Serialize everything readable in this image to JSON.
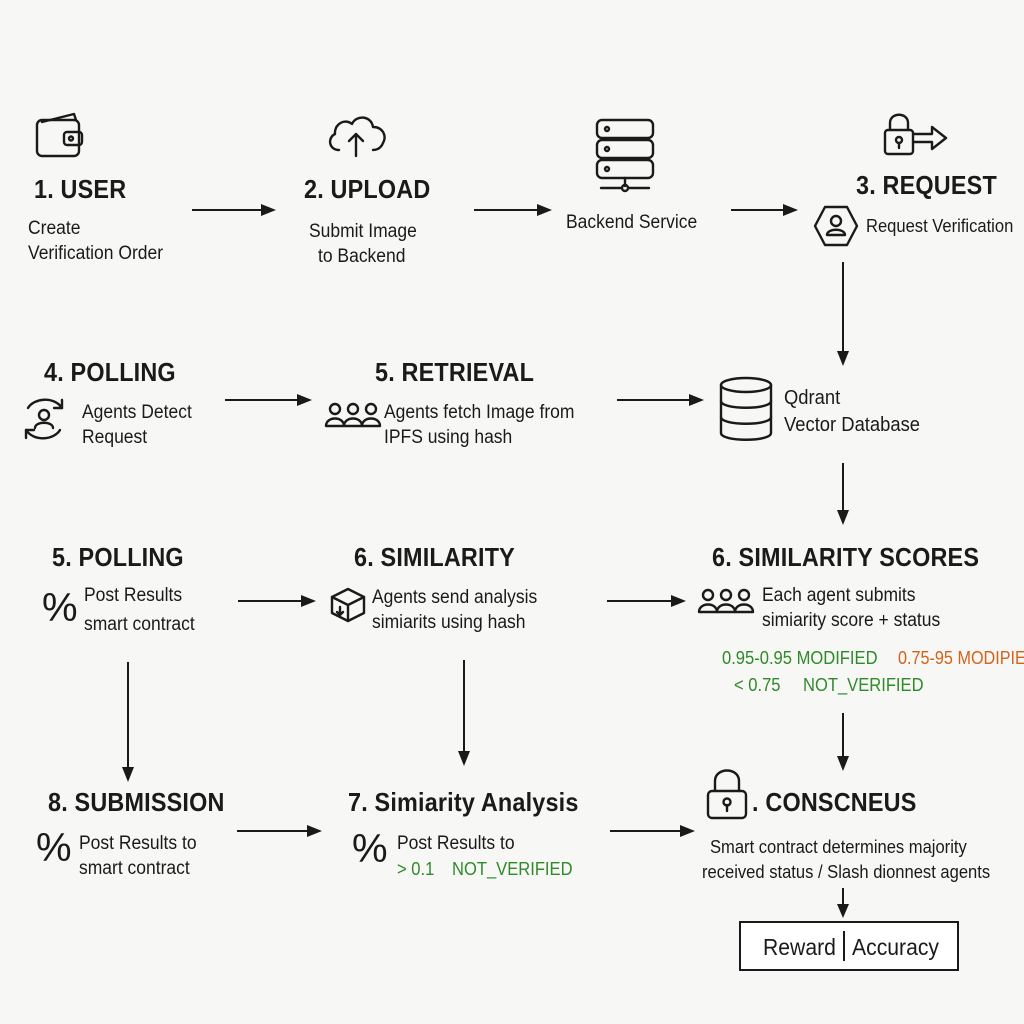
{
  "steps": {
    "user": {
      "title": "1. USER",
      "line1": "Create",
      "line2": "Verification Order"
    },
    "upload": {
      "title": "2. UPLOAD",
      "line1": "Submit Image",
      "line2": "to Backend"
    },
    "backend": {
      "label": "Backend Service"
    },
    "request": {
      "title": "3. REQUEST",
      "label": "Request Verification"
    },
    "polling": {
      "title": "4. POLLING",
      "line1": "Agents Detect",
      "line2": "Request"
    },
    "retrieval": {
      "title": "5. RETRIEVAL",
      "line1": "Agents fetch Image from",
      "line2": "IPFS using hash"
    },
    "qdrant": {
      "line1": "Qdrant",
      "line2": "Vector Database"
    },
    "polling2": {
      "title": "5. POLLING",
      "line1": "Post Results",
      "line2": "smart contract"
    },
    "similarity": {
      "title": "6. SIMILARITY",
      "line1": "Agents send analysis",
      "line2": "simiarits using hash"
    },
    "scores": {
      "title": "6. SIMILARITY SCORES",
      "line1": "Each agent submits",
      "line2": "simiarity score + status",
      "threshold1": "0.95-0.95 MODIFIED",
      "threshold2": "0.75-95 MODIPIE",
      "threshold3_value": "< 0.75",
      "threshold3_status": "NOT_VERIFIED"
    },
    "submission": {
      "title": "8. SUBMISSION",
      "line1": "Post Results to",
      "line2": "smart contract"
    },
    "analysis": {
      "title": "7. Simiarity Analysis",
      "line1": "Post Results to",
      "line2_value": "> 0.1",
      "line2_status": "NOT_VERIFIED"
    },
    "consensus": {
      "title": ". CONSCNEUS",
      "line1": "Smart contract determines majority",
      "line2": "received status / Slash dionnest agents"
    },
    "outcome": {
      "reward": "Reward",
      "accuracy": "Accuracy"
    }
  },
  "symbols": {
    "percent": "%"
  },
  "icons": [
    "wallet-icon",
    "cloud-upload-icon",
    "server-icon",
    "lock-arrow-icon",
    "hexagon-user-icon",
    "refresh-user-icon",
    "group-icon",
    "database-icon",
    "percent-icon",
    "package-icon",
    "lock-icon"
  ],
  "colors": {
    "text": "#1a1a1a",
    "green": "#2f8a2a",
    "orange": "#d4631a",
    "background": "#f7f7f5"
  }
}
